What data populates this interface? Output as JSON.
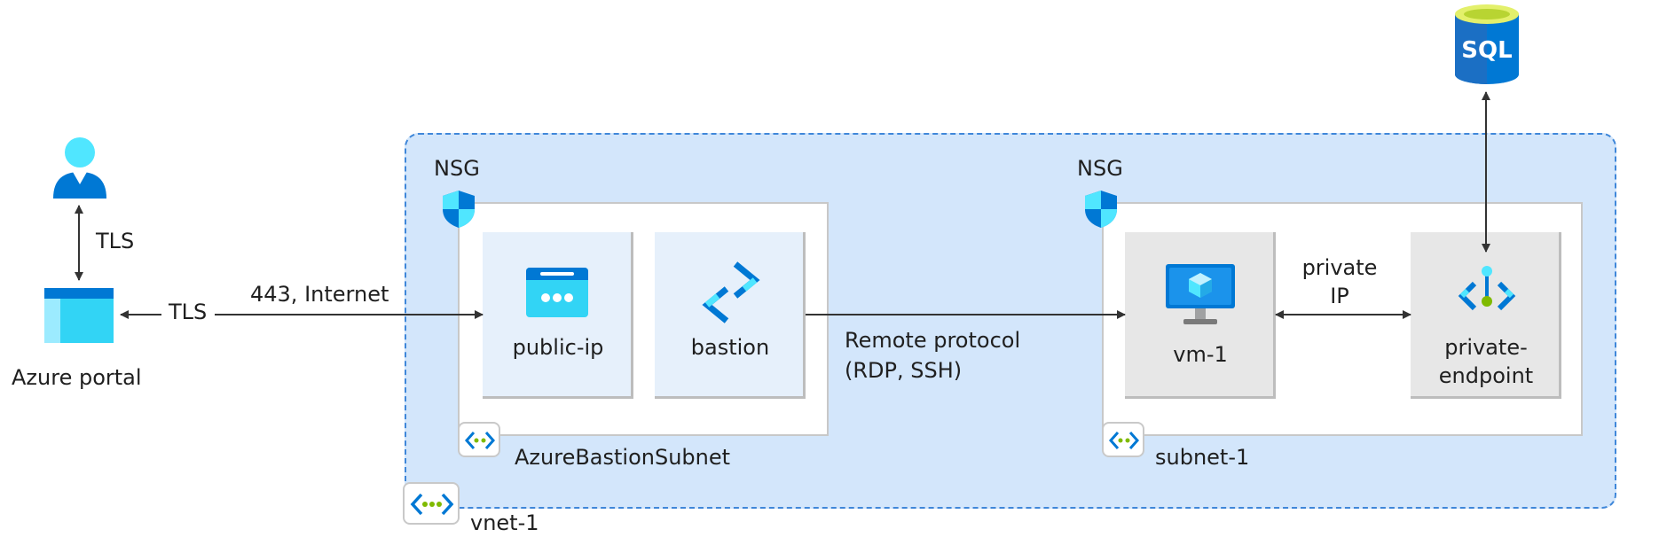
{
  "user_icon": "person-icon",
  "portal": {
    "label": "Azure portal",
    "icon": "azure-portal-icon"
  },
  "connections": {
    "user_portal": "TLS",
    "portal_tls": "TLS",
    "internet": "443, Internet",
    "remote_protocol_line1": "Remote protocol",
    "remote_protocol_line2": "(RDP, SSH)",
    "private_ip_line1": "private",
    "private_ip_line2": "IP"
  },
  "vnet": {
    "label": "vnet-1",
    "icon": "vnet-icon"
  },
  "bastion_subnet": {
    "label": "AzureBastionSubnet",
    "nsg_label": "NSG",
    "nsg_icon": "shield-icon",
    "resources": [
      {
        "label": "public-ip",
        "icon": "public-ip-icon"
      },
      {
        "label": "bastion",
        "icon": "bastion-icon"
      }
    ]
  },
  "subnet1": {
    "label": "subnet-1",
    "nsg_label": "NSG",
    "nsg_icon": "shield-icon",
    "resources": [
      {
        "label": "vm-1",
        "icon": "virtual-machine-icon"
      },
      {
        "label_line1": "private-",
        "label_line2": "endpoint",
        "icon": "private-endpoint-icon"
      }
    ]
  },
  "sql": {
    "label": "SQL",
    "icon": "sql-database-icon"
  },
  "colors": {
    "vnet_fill": "#d3e6fb",
    "vnet_border": "#3f87d9",
    "azure_blue": "#0078d4",
    "light_blue": "#50e6ff",
    "tile_blue": "#e6f0fb",
    "tile_grey": "#e7e7e7",
    "green": "#7fba00"
  }
}
